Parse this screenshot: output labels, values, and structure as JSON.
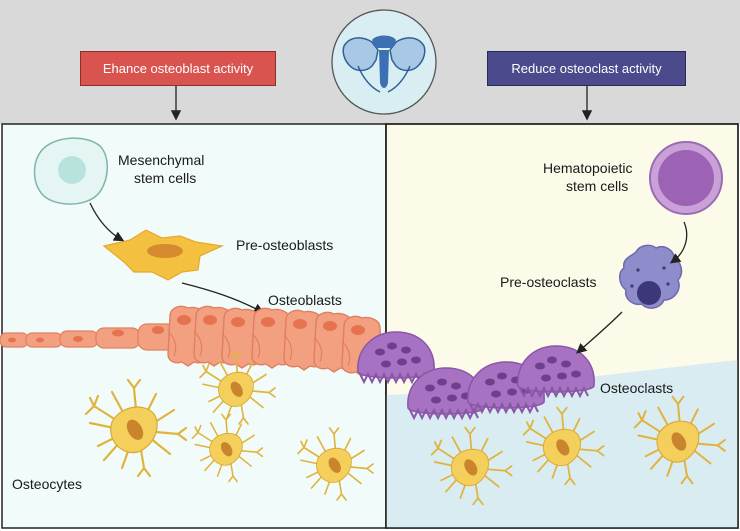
{
  "header": {
    "left_box": "Ehance osteoblast activity",
    "right_box": "Reduce osteoclast activity",
    "colors": {
      "left_box": "#d9534f",
      "right_box": "#4a4a8c",
      "top_band": "#d9d9d9",
      "left_panel": "#f1fbfa",
      "right_panel": "#fcfae8",
      "bone": "#d8ecf1"
    }
  },
  "left_panel": {
    "msc_label_line1": "Mesenchymal",
    "msc_label_line2": "stem cells",
    "preosteoblast_label": "Pre-osteoblasts",
    "osteoblast_label": "Osteoblasts",
    "osteocyte_label": "Osteocytes"
  },
  "right_panel": {
    "hsc_label_line1": "Hematopoietic",
    "hsc_label_line2": "stem cells",
    "preosteoclast_label": "Pre-osteoclasts",
    "osteoclast_label": "Osteoclasts"
  },
  "icons": {
    "center": "pelvis-icon"
  }
}
